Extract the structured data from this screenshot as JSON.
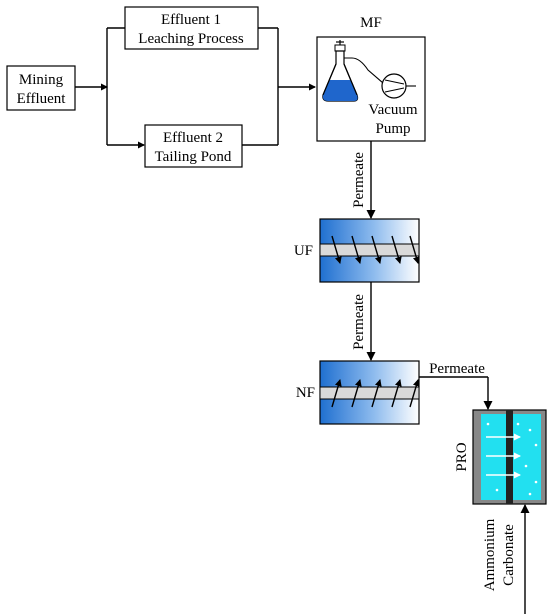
{
  "nodes": {
    "mining_effluent": {
      "line1": "Mining",
      "line2": "Effluent"
    },
    "effluent1": {
      "line1": "Effluent 1",
      "line2": "Leaching Process"
    },
    "effluent2": {
      "line1": "Effluent 2",
      "line2": "Tailing Pond"
    },
    "mf": {
      "label": "MF",
      "pump_line1": "Vacuum",
      "pump_line2": "Pump"
    },
    "uf": {
      "label": "UF"
    },
    "nf": {
      "label": "NF"
    },
    "pro": {
      "label": "PRO"
    },
    "ammonium": {
      "line1": "Ammonium",
      "line2": "Carbonate"
    }
  },
  "edges": {
    "mf_to_uf": "Permeate",
    "uf_to_nf": "Permeate",
    "nf_to_pro": "Permeate"
  },
  "colors": {
    "membrane_blue": "#1f6fd0",
    "pro_cyan": "#22e0f0",
    "pro_frame": "#888888"
  }
}
